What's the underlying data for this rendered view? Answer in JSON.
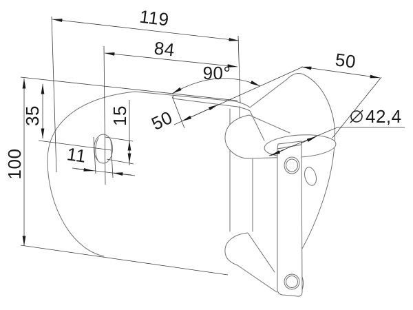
{
  "drawing": {
    "dimensions": {
      "overall_width": "119",
      "arm_length": "84",
      "bend_angle": "90°",
      "bend_length": "50",
      "saddle_width": "50",
      "slot_offset": "35",
      "slot_height": "15",
      "slot_width": "11",
      "overall_height": "100",
      "tube_diameter": "42,4"
    },
    "colors": {
      "background": "#ffffff",
      "part_line": "#6f6f6f",
      "dimension_line": "#3a3a3a",
      "text": "#1a1a1a"
    }
  }
}
